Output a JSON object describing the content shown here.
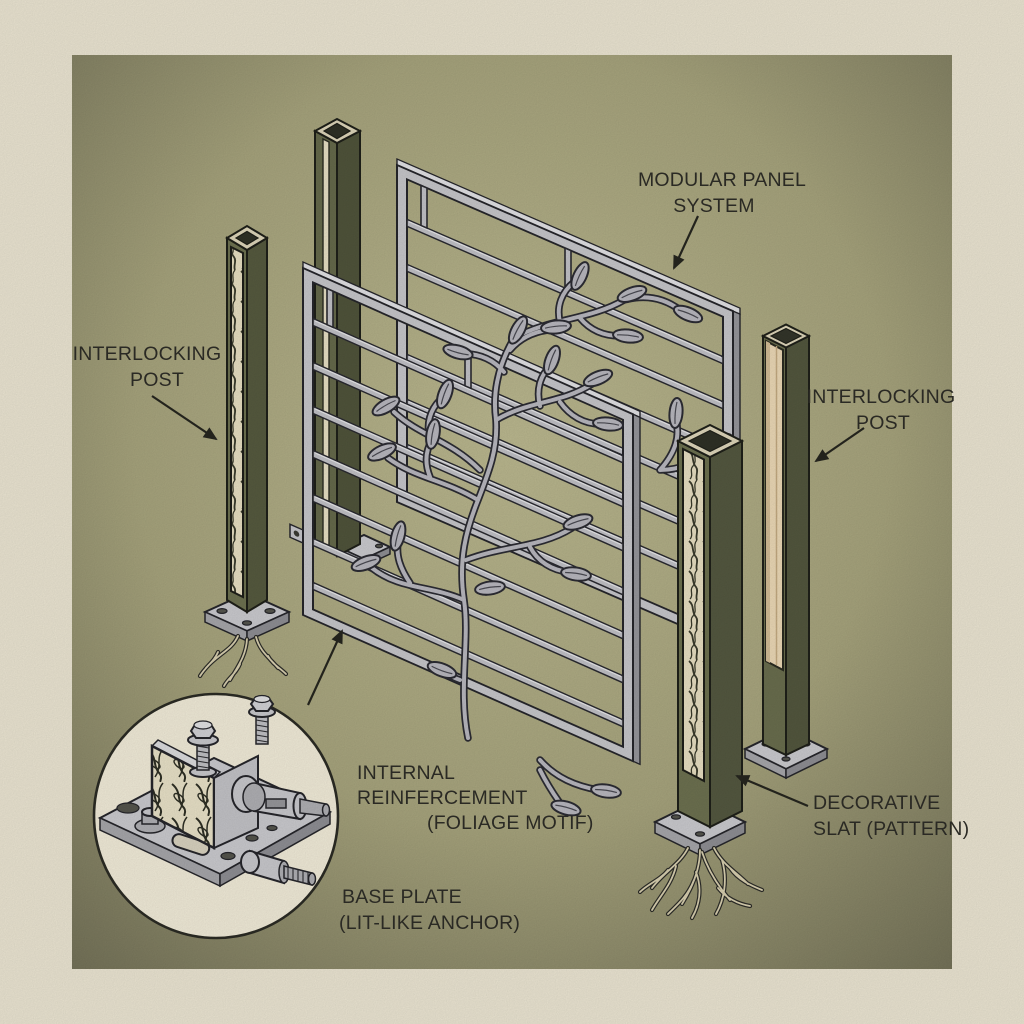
{
  "figure": {
    "type": "technical-illustration",
    "subject": "Exploded isometric diagram of a modular decorative fence panel system with interlocking posts, foliage-motif panels and root-like base plates"
  },
  "labels": {
    "modular_panel": {
      "line1": "MODULAR PANEL",
      "line2": "SYSTEM"
    },
    "interlocking_post_left": {
      "line1": "INTERLOCKING",
      "line2": "POST"
    },
    "interlocking_post_right": {
      "line1": "INTERLOCKING",
      "line2": "POST"
    },
    "internal_reinforcement": {
      "line1": "INTERNAL",
      "line2": "REINFERCEMENT",
      "line3": "(FOLIAGE MOTIF)"
    },
    "base_plate": {
      "line1": "BASE PLATE",
      "line2": "(LIT-LIKE ANCHOR)"
    },
    "decorative_slat": {
      "line1": "DECORATIVE",
      "line2": "SLAT (PATTERN)"
    }
  },
  "colors": {
    "outer_background": "#ece6d3",
    "inner_background_center": "#bcb990",
    "inner_background_edge": "#727057",
    "metal_frame": "#c7c7cb",
    "post_olive": "#6d7150",
    "post_olive_dark": "#545840",
    "slat_cream": "#e8dfc2",
    "channel_cream": "#ecd9b6",
    "detail_circle_fill": "#f2ecd9",
    "line_ink": "#26261f",
    "label_text": "#2e2d27"
  }
}
